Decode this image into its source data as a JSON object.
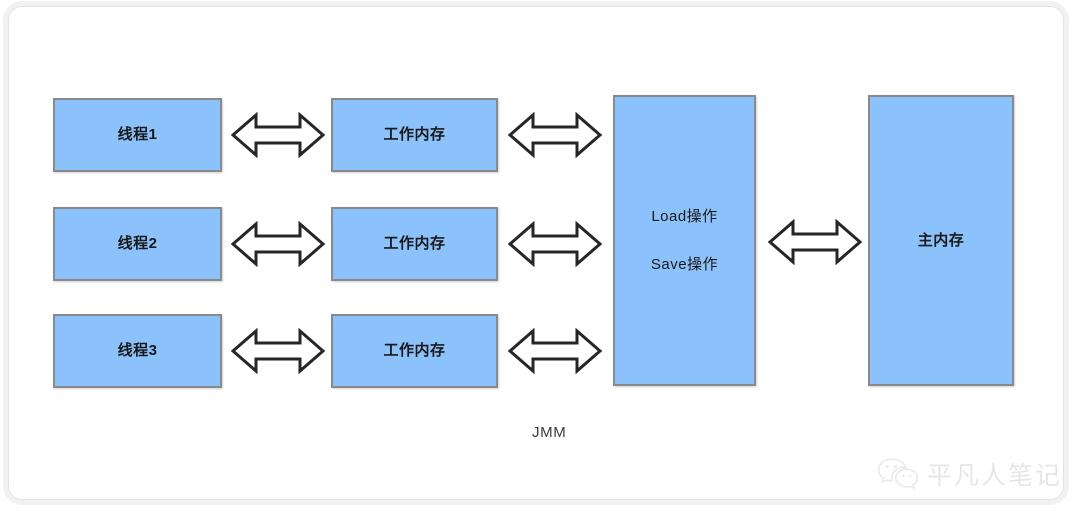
{
  "diagram": {
    "caption": "JMM",
    "threads": [
      {
        "label": "线程1"
      },
      {
        "label": "线程2"
      },
      {
        "label": "线程3"
      }
    ],
    "working_memories": [
      {
        "label": "工作内存"
      },
      {
        "label": "工作内存"
      },
      {
        "label": "工作内存"
      }
    ],
    "memory_operations": {
      "line1": "Load操作",
      "line2": "Save操作"
    },
    "main_memory": {
      "label": "主内存"
    },
    "arrows": {
      "icon": "double-headed-arrow-icon",
      "count": 7
    },
    "colors": {
      "box_fill": "#8cc2fb",
      "box_border": "#8a8a8a",
      "text": "#1a1a1a",
      "caption_text": "#3b3b3b",
      "frame_border": "#e3e3e3",
      "arrow_stroke": "#262626",
      "arrow_fill": "#ffffff",
      "watermark": "#b9b9b9"
    }
  },
  "watermark": {
    "icon": "wechat-icon",
    "text": "平凡人笔记"
  }
}
